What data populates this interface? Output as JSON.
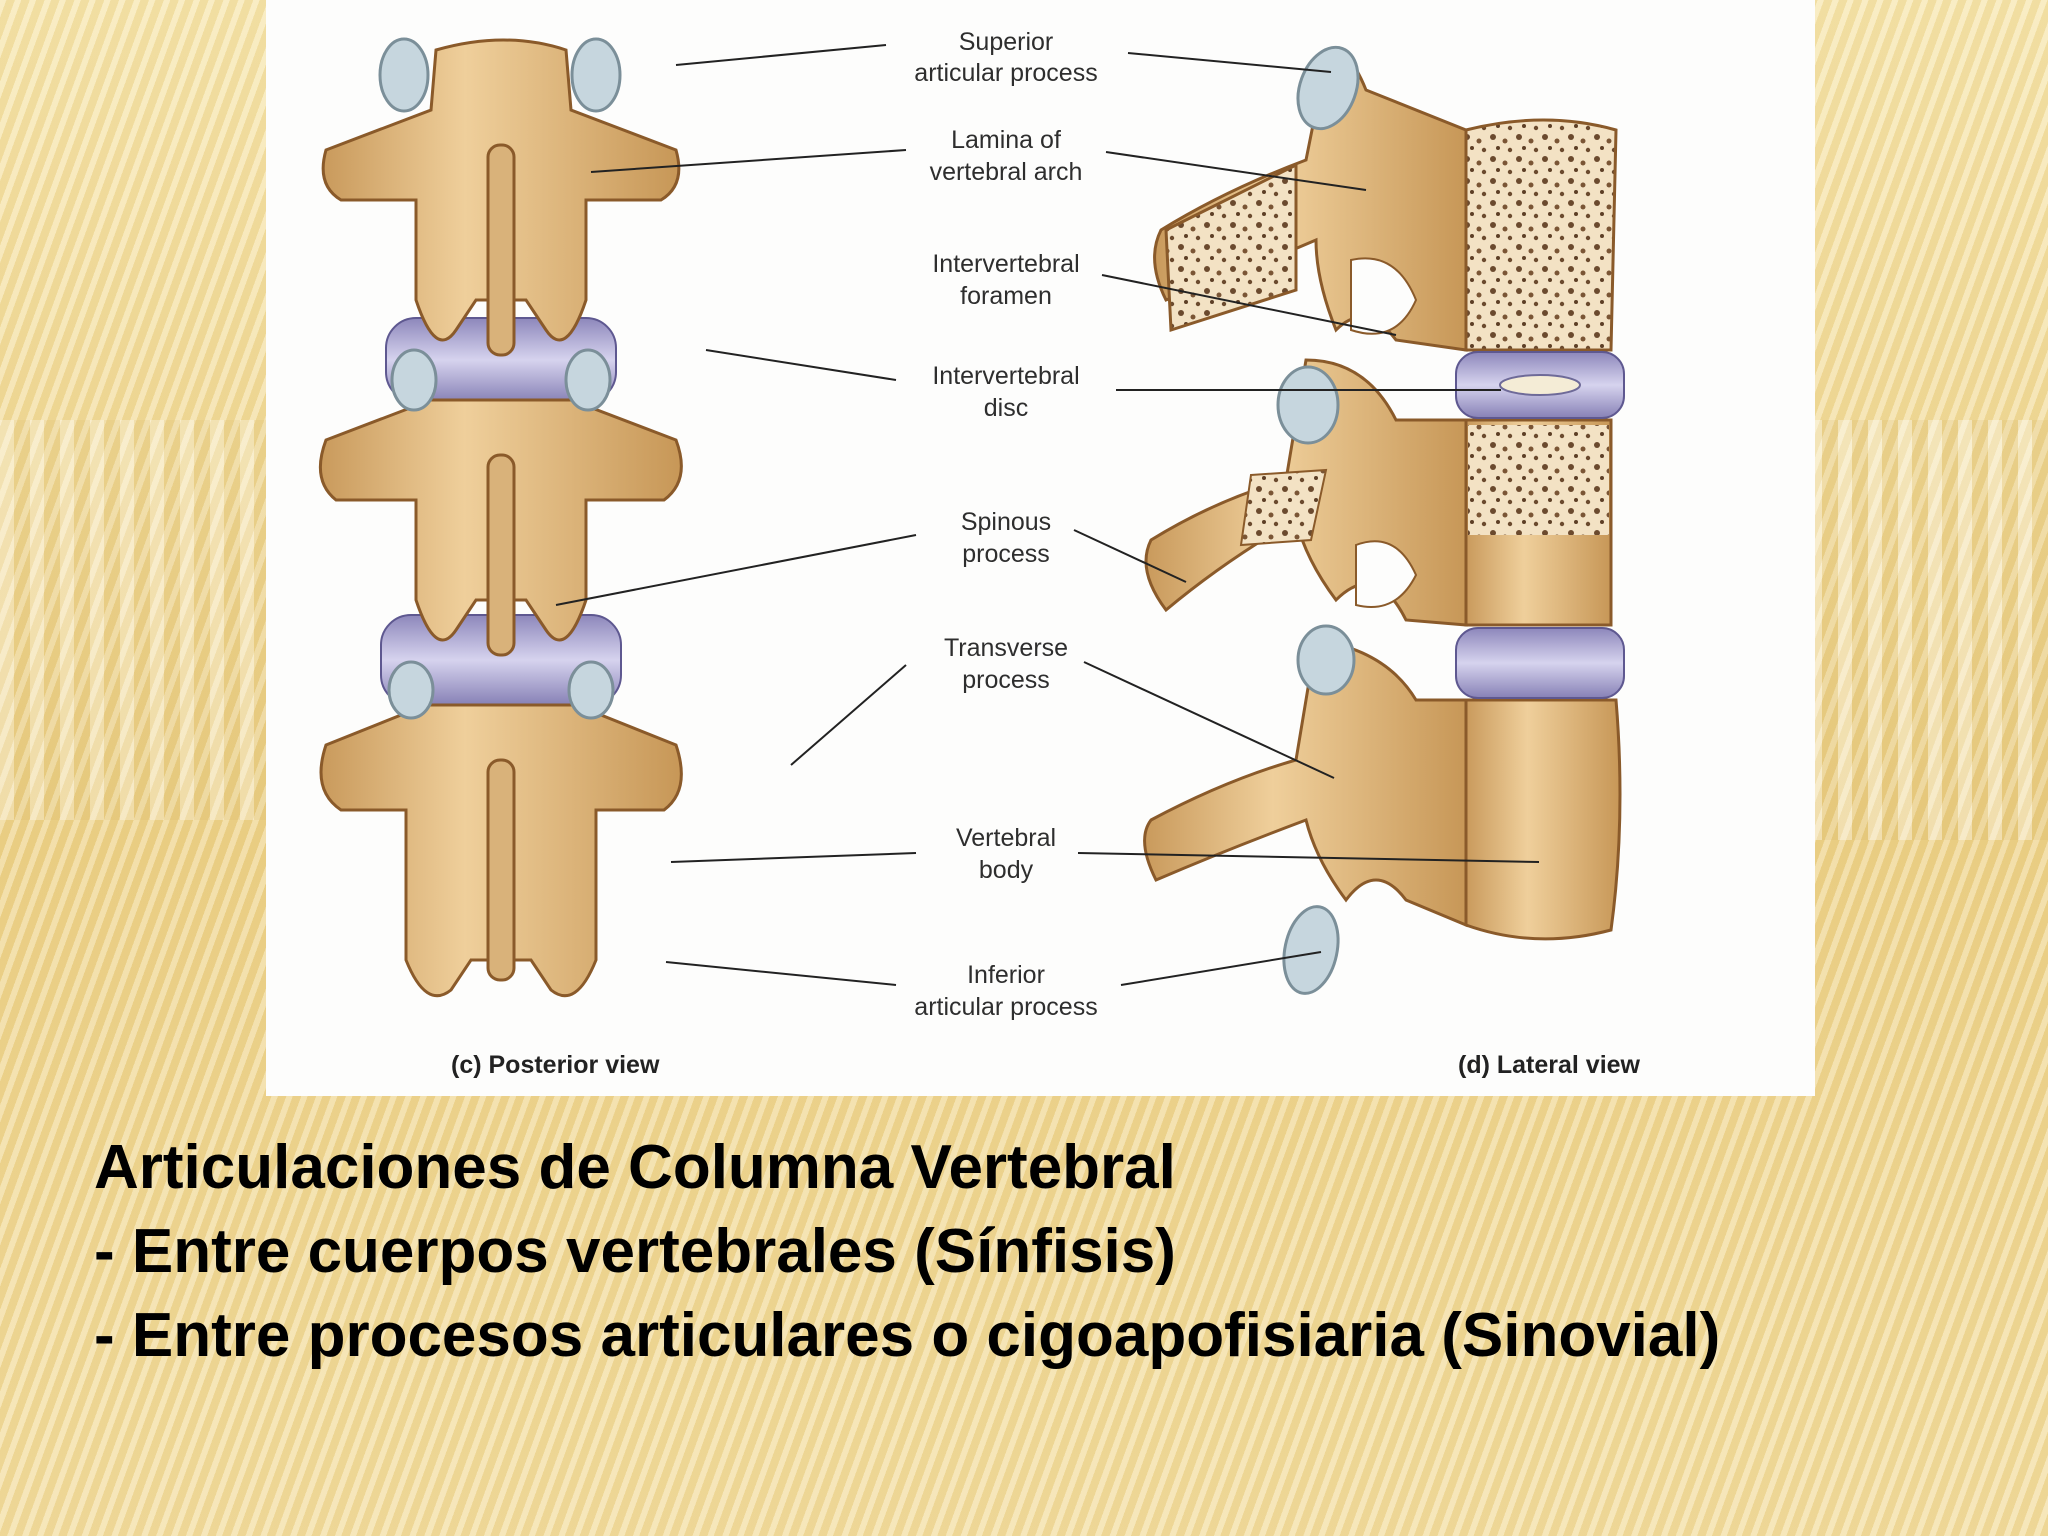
{
  "figure": {
    "labels": {
      "superior_articular": [
        "Superior",
        "articular process"
      ],
      "lamina": [
        "Lamina of",
        "vertebral arch"
      ],
      "foramen": [
        "Intervertebral",
        "foramen"
      ],
      "disc": [
        "Intervertebral",
        "disc"
      ],
      "spinous": [
        "Spinous",
        "process"
      ],
      "transverse": [
        "Transverse",
        "process"
      ],
      "body": [
        "Vertebral",
        "body"
      ],
      "inferior_articular": [
        "Inferior",
        "articular process"
      ]
    },
    "captions": {
      "posterior": "(c) Posterior view",
      "lateral": "(d) Lateral view"
    }
  },
  "slide": {
    "title": "Articulaciones de Columna Vertebral",
    "bullets": [
      "- Entre cuerpos vertebrales (Sínfisis)",
      "- Entre procesos articulares o cigoapofisiaria (Sinovial)"
    ]
  },
  "colors": {
    "bone": "#e2bd85",
    "bone_outline": "#8a5a2a",
    "disc": "#9d97c7",
    "cartilage": "#b9cfd8",
    "background": "#f0d890"
  }
}
